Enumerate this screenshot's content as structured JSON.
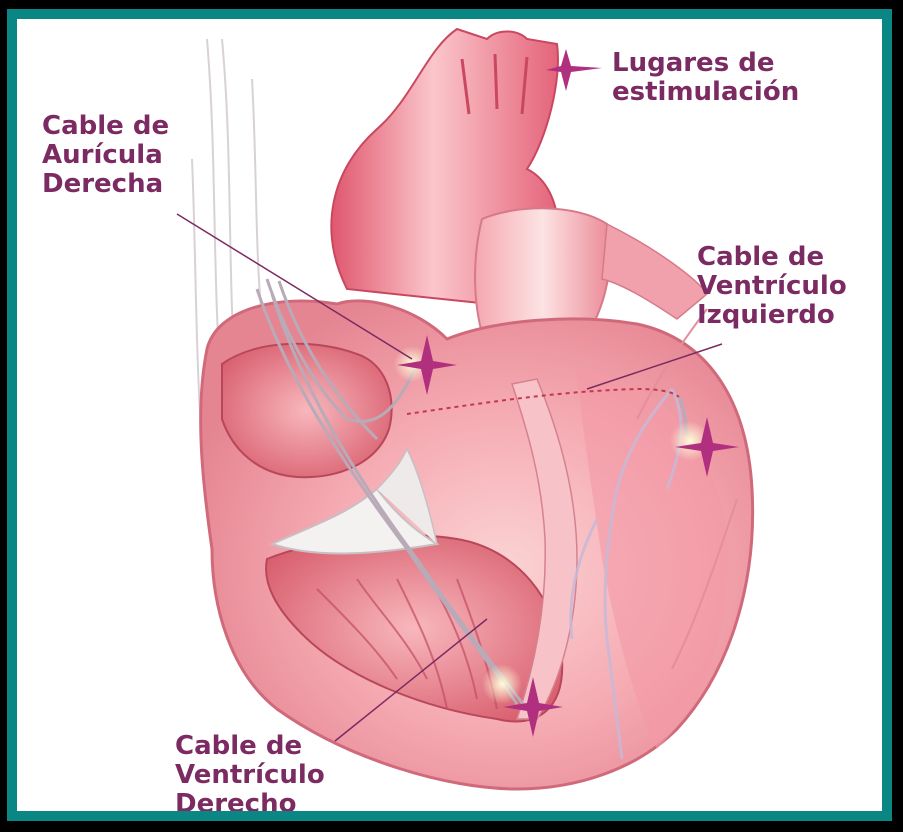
{
  "diagram": {
    "legend": {
      "label_line1": "Lugares de",
      "label_line2": "estimulación",
      "icon": "pacing-site-star-icon"
    },
    "labels": {
      "right_atrium_lead": [
        "Cable de",
        "Aurícula",
        "Derecha"
      ],
      "left_ventricle_lead": [
        "Cable de",
        "Ventrículo",
        "Izquierdo"
      ],
      "right_ventricle_lead": [
        "Cable de",
        "Ventrículo",
        "Derecho"
      ]
    },
    "colors": {
      "frame_border": "#0a8784",
      "label_text": "#7b2a62",
      "star_marker": "#b0307f",
      "heart_tissue": "#f2a5ae",
      "vessel": "#e7697d"
    }
  }
}
